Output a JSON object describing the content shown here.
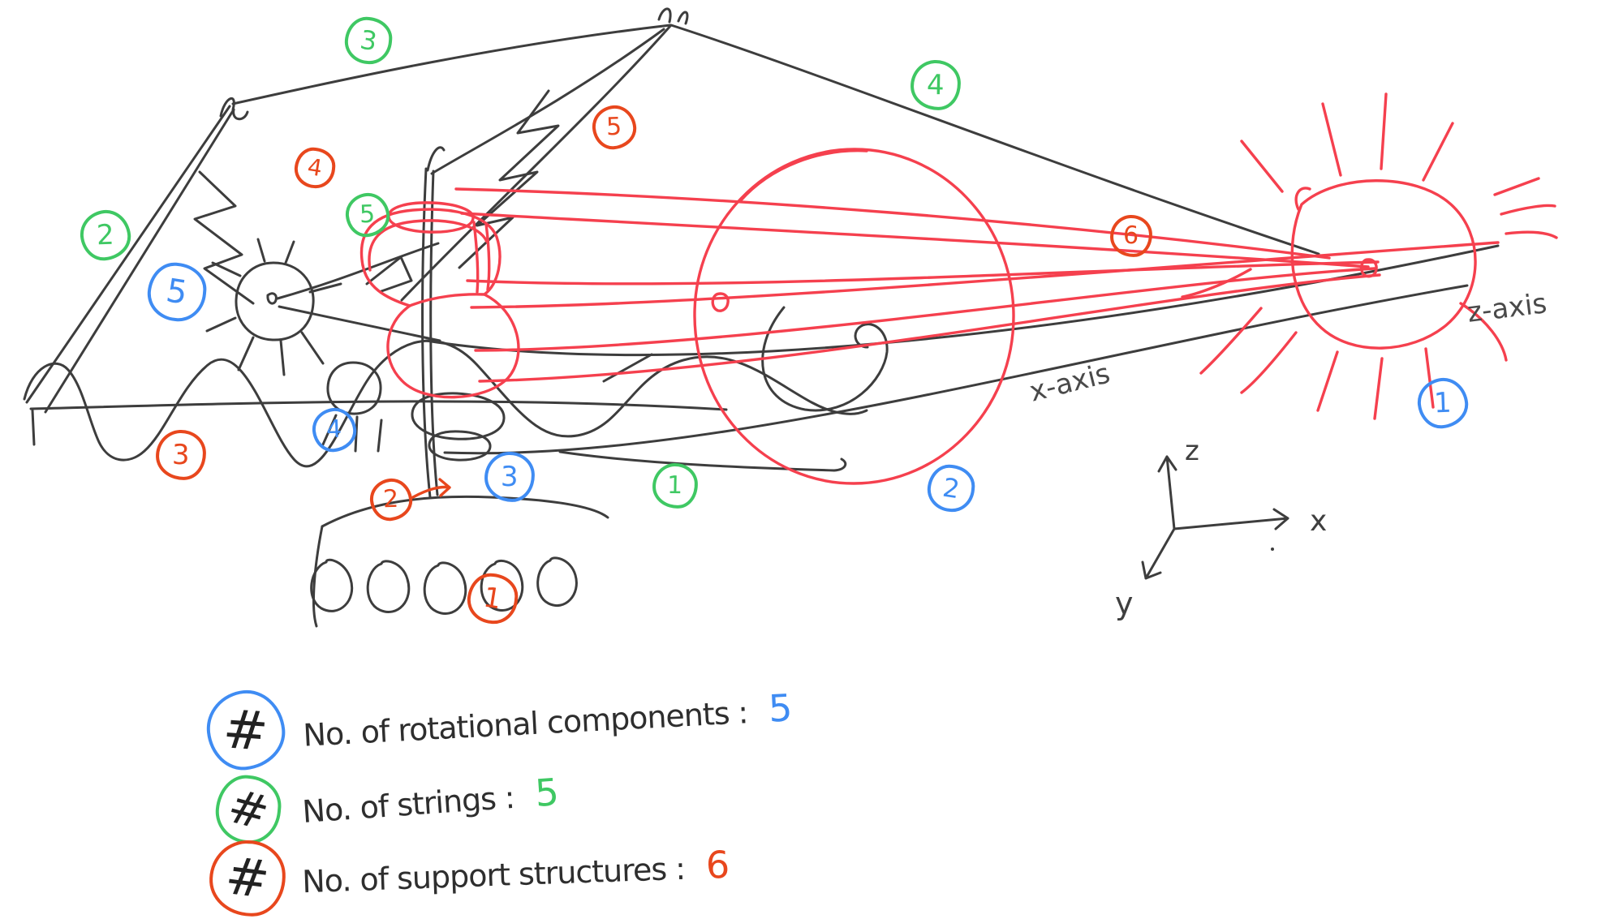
{
  "palette": {
    "background": "#ffffff",
    "ink_black": "#3d3d3d",
    "ink_drawing_red": "#f5404e",
    "ink_annotation_red": "#e8471d",
    "ink_green": "#3fc863",
    "ink_blue": "#3f8cf3"
  },
  "annotations": {
    "blue": [
      {
        "value": "1"
      },
      {
        "value": "2"
      },
      {
        "value": "3"
      },
      {
        "value": "4"
      },
      {
        "value": "5"
      }
    ],
    "green": [
      {
        "value": "1"
      },
      {
        "value": "2"
      },
      {
        "value": "3"
      },
      {
        "value": "4"
      },
      {
        "value": "5"
      }
    ],
    "red": [
      {
        "value": "1"
      },
      {
        "value": "2"
      },
      {
        "value": "3"
      },
      {
        "value": "4"
      },
      {
        "value": "5"
      },
      {
        "value": "6"
      }
    ]
  },
  "axis": {
    "x_axis_label": "x-axis",
    "z_axis_label": "z-axis",
    "triad": {
      "x": "x",
      "y": "y",
      "z": "z"
    }
  },
  "legend": {
    "rows": [
      {
        "symbol": "#",
        "label": "No. of rotational components :",
        "value": "5",
        "color": "blue"
      },
      {
        "symbol": "#",
        "label": "No. of strings :",
        "value": "5",
        "color": "green"
      },
      {
        "symbol": "#",
        "label": "No. of support structures :",
        "value": "6",
        "color": "red"
      }
    ]
  }
}
